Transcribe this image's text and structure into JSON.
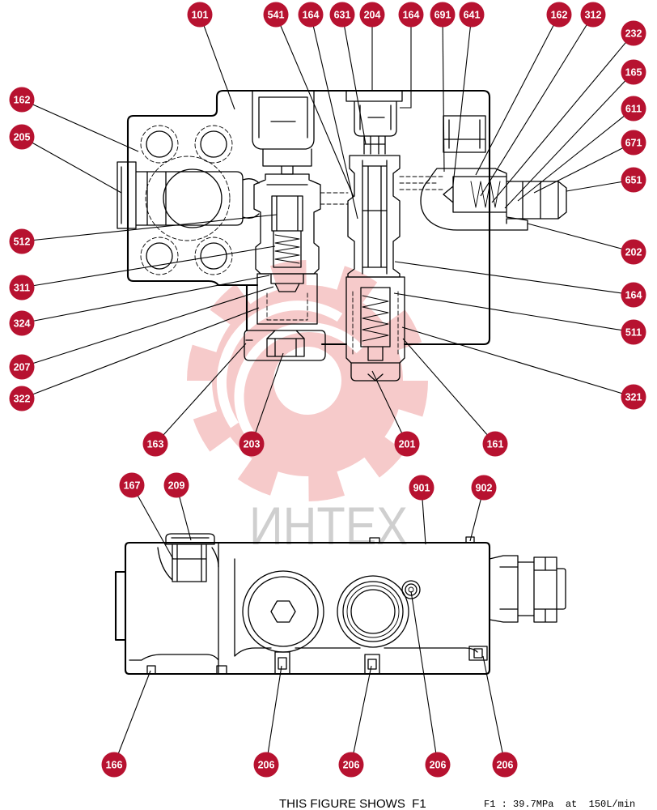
{
  "callouts": [
    "101",
    "541",
    "164",
    "631",
    "204",
    "164",
    "691",
    "641",
    "162",
    "312",
    "232",
    "165",
    "611",
    "671",
    "651",
    "202",
    "164",
    "511",
    "321",
    "162",
    "205",
    "512",
    "311",
    "324",
    "207",
    "322",
    "163",
    "203",
    "201",
    "161",
    "167",
    "209",
    "901",
    "902",
    "166",
    "206",
    "206",
    "206",
    "206"
  ],
  "caption": "THIS FIGURE SHOWS  F1",
  "spec": "F1 : 39.7MPa  at  150L/min",
  "watermark": {
    "text": "ИНТЕХ"
  },
  "colors": {
    "callout": "#b71230",
    "callout_text": "#ffffff",
    "line": "#000000",
    "watermark_logo": "#f6caca",
    "watermark_text": "#cfcfcf"
  }
}
